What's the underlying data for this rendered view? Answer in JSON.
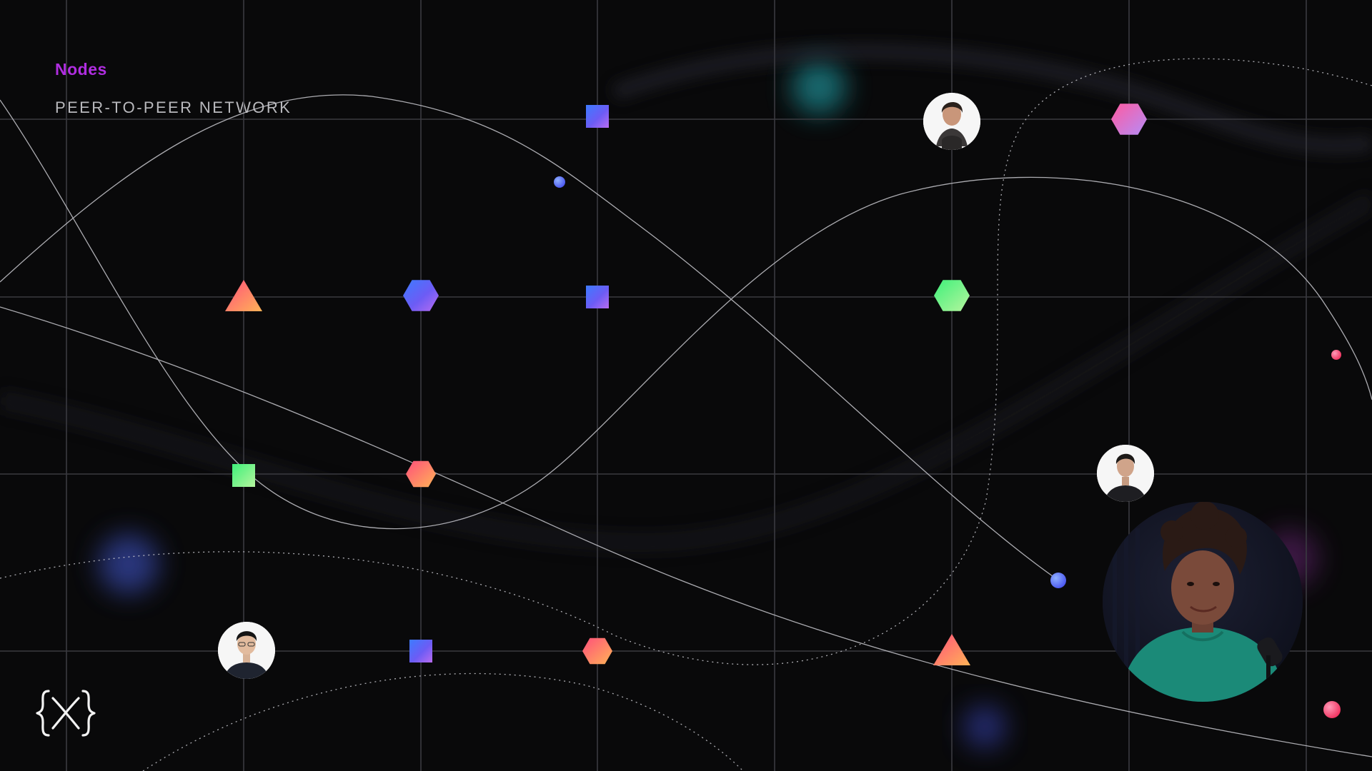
{
  "header": {
    "kicker": "Nodes",
    "title": "PEER-TO-PEER NETWORK"
  },
  "colors": {
    "background": "#09090a",
    "kicker": "#b02ee0",
    "grid": "#3a3a40",
    "curve": "#c9c9cf"
  },
  "icons": {
    "logo": "curly-braces-x-logo"
  },
  "nodes": [
    {
      "name": "square-node",
      "shape": "square",
      "gradient": "blue"
    },
    {
      "name": "hexagon-node",
      "shape": "hexagon",
      "gradient": "pink"
    },
    {
      "name": "triangle-node",
      "shape": "triangle",
      "gradient": "orange"
    },
    {
      "name": "hexagon-node",
      "shape": "hexagon",
      "gradient": "blue"
    },
    {
      "name": "square-node",
      "shape": "square",
      "gradient": "blue"
    },
    {
      "name": "hexagon-node",
      "shape": "hexagon",
      "gradient": "green"
    },
    {
      "name": "square-node",
      "shape": "square",
      "gradient": "green"
    },
    {
      "name": "hexagon-node",
      "shape": "hexagon",
      "gradient": "orange"
    },
    {
      "name": "square-node",
      "shape": "square",
      "gradient": "blue"
    },
    {
      "name": "hexagon-node",
      "shape": "hexagon",
      "gradient": "orange"
    },
    {
      "name": "triangle-node",
      "shape": "triangle",
      "gradient": "orange"
    }
  ],
  "avatars": [
    {
      "name": "peer-avatar-woman-scarf"
    },
    {
      "name": "peer-avatar-man-dark-shirt"
    },
    {
      "name": "peer-avatar-man-glasses"
    },
    {
      "name": "presenter-video"
    }
  ]
}
